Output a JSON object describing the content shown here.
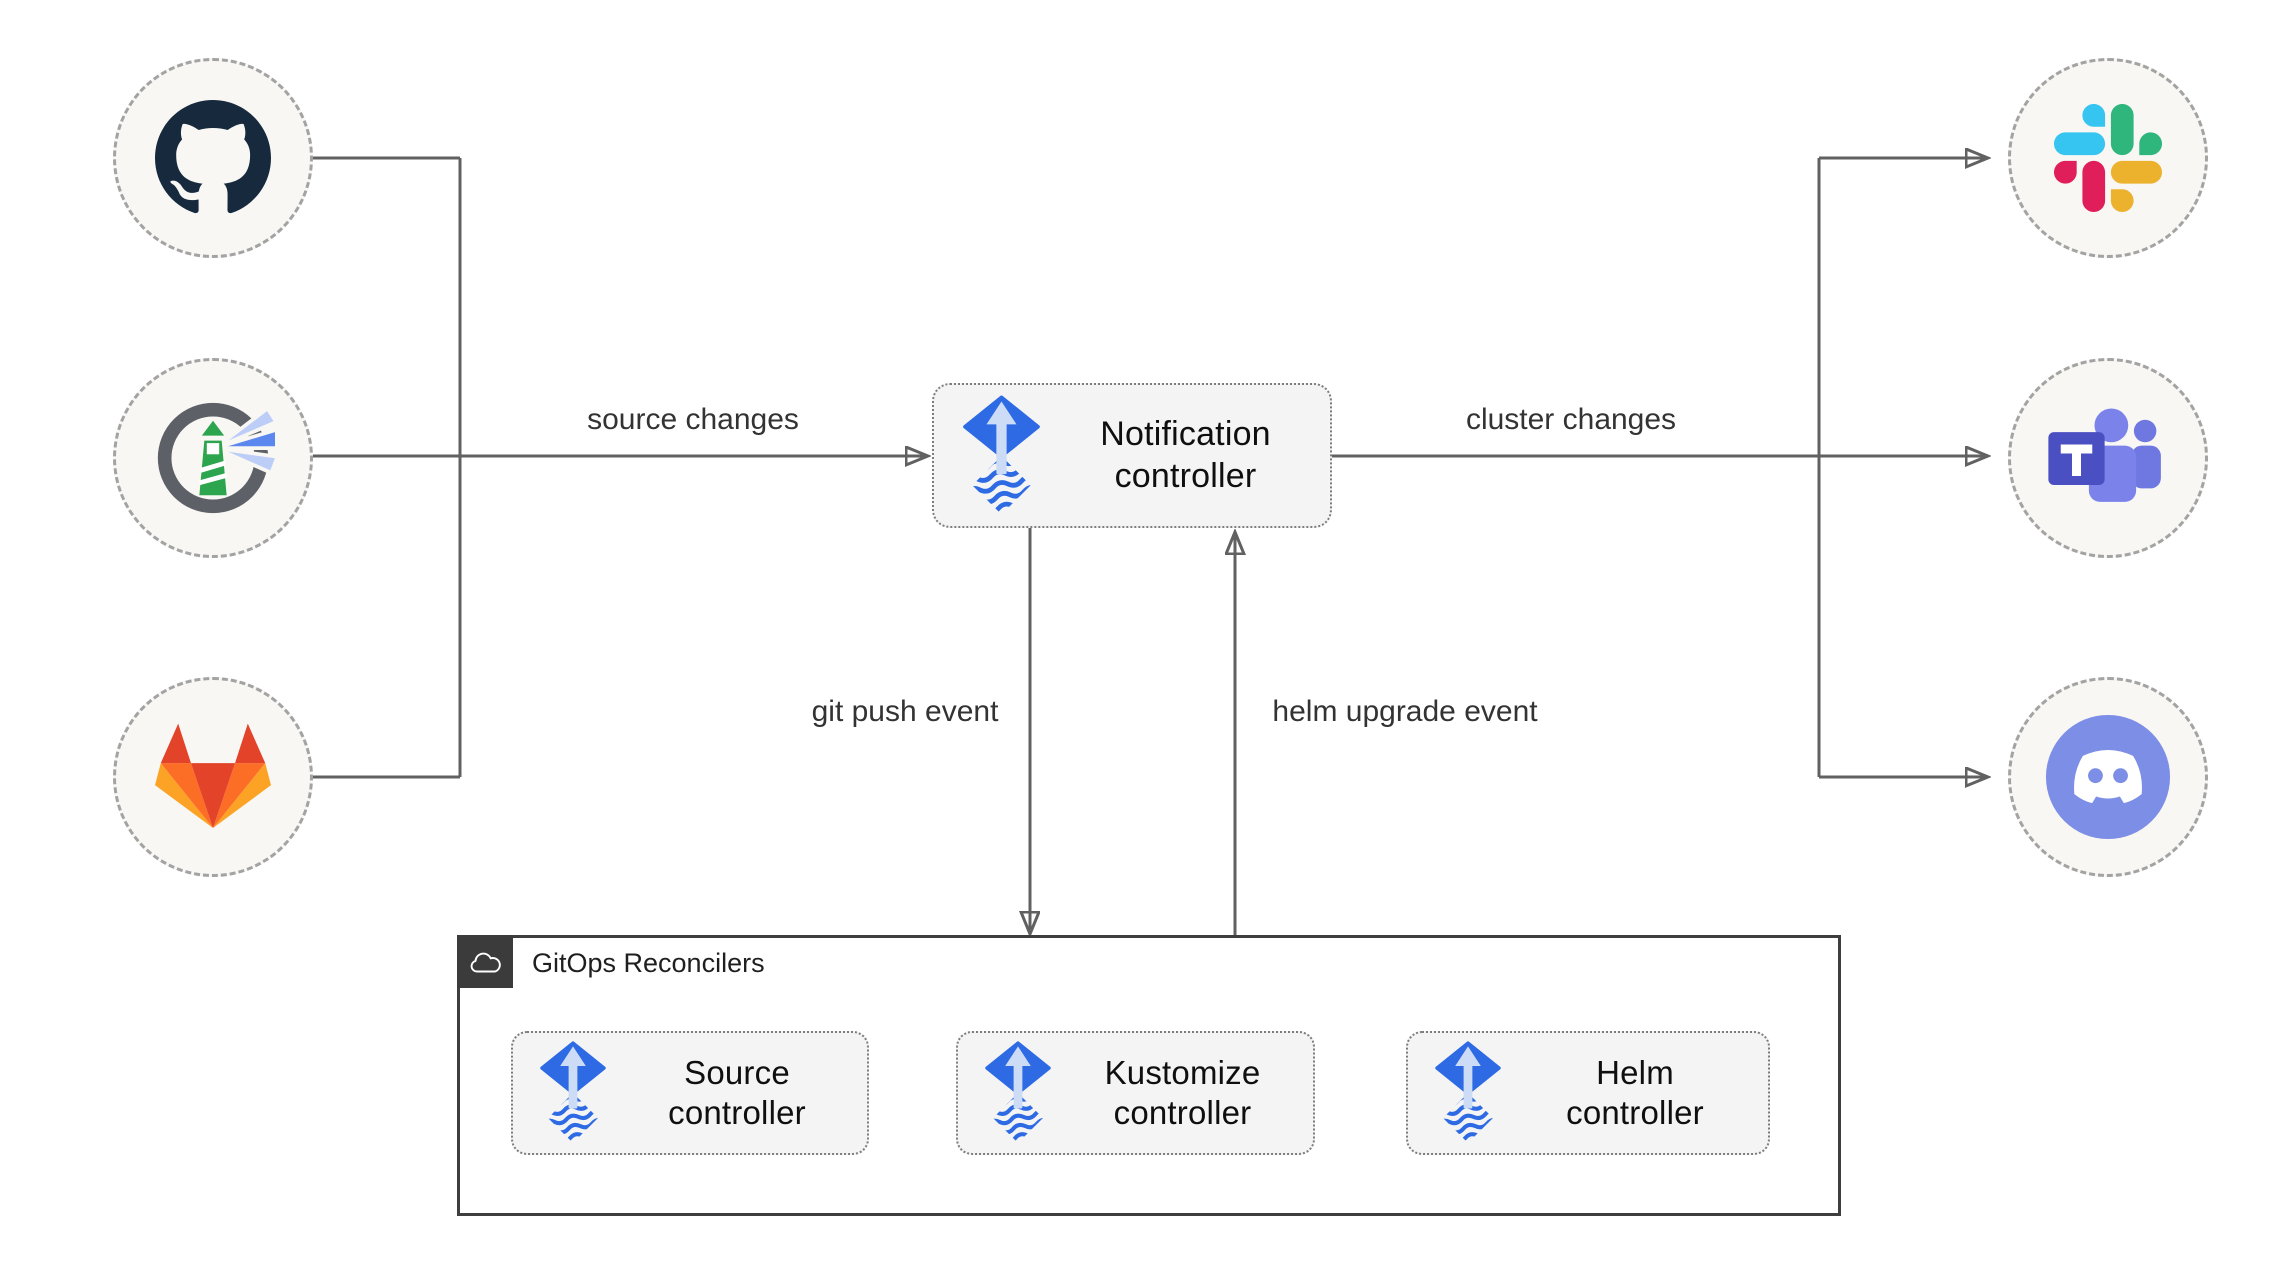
{
  "edges": {
    "source_changes": "source changes",
    "cluster_changes": "cluster changes",
    "git_push_event": "git push event",
    "helm_upgrade_event": "helm upgrade event"
  },
  "notification_controller": {
    "icon": "flux-icon",
    "label_line1": "Notification",
    "label_line2": "controller"
  },
  "gitops_reconcilers": {
    "title": "GitOps Reconcilers",
    "icon": "cloud-icon",
    "controllers": [
      {
        "icon": "flux-icon",
        "line1": "Source",
        "line2": "controller"
      },
      {
        "icon": "flux-icon",
        "line1": "Kustomize",
        "line2": "controller"
      },
      {
        "icon": "flux-icon",
        "line1": "Helm",
        "line2": "controller"
      }
    ]
  },
  "source_nodes": [
    {
      "icon": "github-icon"
    },
    {
      "icon": "harbor-icon"
    },
    {
      "icon": "gitlab-icon"
    }
  ],
  "target_nodes": [
    {
      "icon": "slack-icon"
    },
    {
      "icon": "teams-icon"
    },
    {
      "icon": "discord-icon"
    }
  ],
  "colors": {
    "line": "#616161",
    "node_fill": "#f8f7f4",
    "box_fill": "#f4f4f4",
    "flux_blue": "#2d6ae3",
    "github_dark": "#16293d",
    "harbor_green": "#2da44e",
    "gitlab_palette": [
      "#e24329",
      "#fc6d26",
      "#fca326"
    ],
    "slack_palette": [
      "#36C5F0",
      "#2EB67D",
      "#ECB22E",
      "#E01E5A"
    ],
    "teams_purple": "#4a50c2",
    "discord_blurple": "#7c8ee6"
  }
}
